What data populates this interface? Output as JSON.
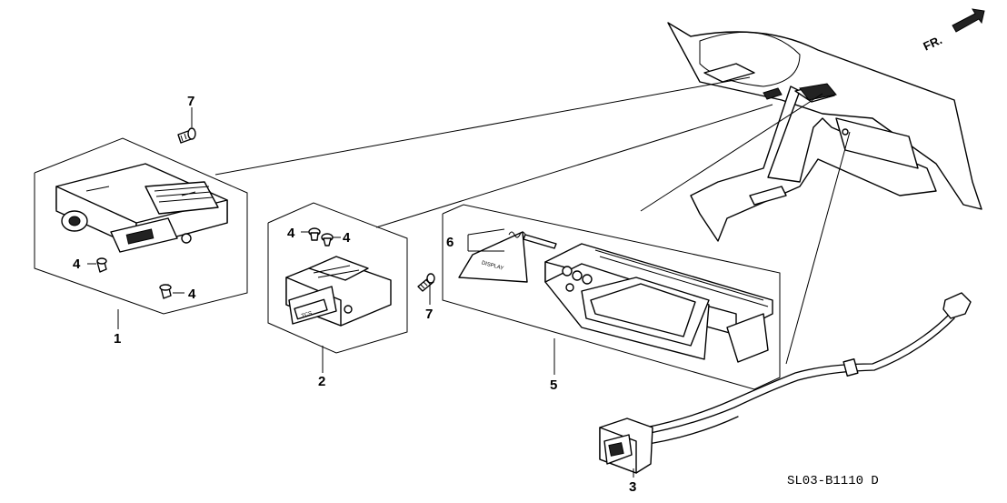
{
  "diagram_code": "SL03-B1110 D",
  "front_label": "FR.",
  "callouts": {
    "c1": "1",
    "c2": "2",
    "c3": "3",
    "c4a": "4",
    "c4b": "4",
    "c4c": "4",
    "c4d": "4",
    "c5": "5",
    "c6": "6",
    "c7a": "7",
    "c7b": "7"
  },
  "part_markings": {
    "tcs": "TCS",
    "display": "DISPLAY"
  }
}
